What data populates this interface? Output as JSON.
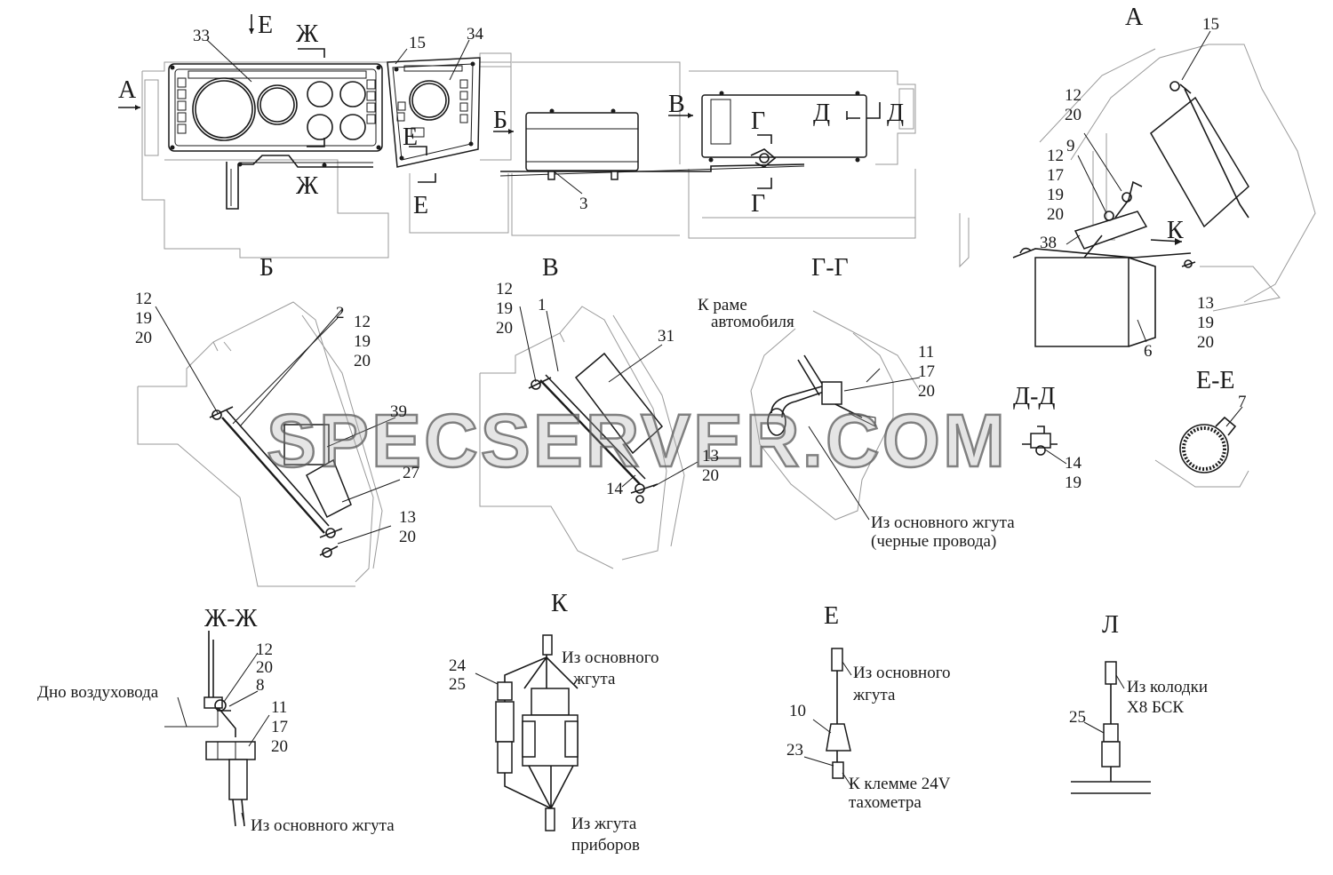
{
  "watermark": "SPECSERVER.COM",
  "view_letters": {
    "A_top": "А",
    "E_top": "Е",
    "Zh_top": "Ж",
    "A_left": "А",
    "B_arrow": "Б",
    "V_arrow": "В",
    "G_top": "Г",
    "D_left": "Д",
    "D_right": "Д",
    "E_mid": "Е",
    "Zh_bottom": "Ж",
    "E_bottom": "Е",
    "G_bottom": "Г",
    "K_arrow": "К"
  },
  "view_titles": {
    "A": "А",
    "B": "Б",
    "V": "В",
    "GG": "Г-Г",
    "DD": "Д-Д",
    "EE": "Е-Е",
    "ZhZh": "Ж-Ж",
    "K": "К",
    "E": "Е",
    "L": "Л"
  },
  "callouts": {
    "n33": "33",
    "n15_top": "15",
    "n34": "34",
    "n3": "3",
    "a_15": "15",
    "a_12": "12",
    "a_20": "20",
    "a_9": "9",
    "a_12b": "12",
    "a_17": "17",
    "a_19": "19",
    "a_20b": "20",
    "a_38": "38",
    "a_13": "13",
    "a_19b": "19",
    "a_20c": "20",
    "a_6": "6",
    "b_12": "12",
    "b_19": "19",
    "b_20": "20",
    "b_2": "2",
    "b_12b": "12",
    "b_19b": "19",
    "b_20b": "20",
    "b_39": "39",
    "b_27": "27",
    "b_13": "13",
    "b_20c": "20",
    "v_12": "12",
    "v_19": "19",
    "v_20": "20",
    "v_1": "1",
    "v_31": "31",
    "v_13": "13",
    "v_20b": "20",
    "v_14": "14",
    "g_11": "11",
    "g_17": "17",
    "g_20": "20",
    "d_14": "14",
    "d_19": "19",
    "e_7": "7",
    "zh_12": "12",
    "zh_20": "20",
    "zh_8": "8",
    "zh_11": "11",
    "zh_17": "17",
    "zh_20b": "20",
    "k_24": "24",
    "k_25": "25",
    "e_10": "10",
    "e_23": "23",
    "l_25": "25"
  },
  "notes": {
    "g_frame_1": "К раме",
    "g_frame_2": "автомобиля",
    "g_harness_1": "Из основного жгута",
    "g_harness_2": "(черные провода)",
    "zh_duct": "Дно воздуховода",
    "zh_harness": "Из основного жгута",
    "k_main_1": "Из основного",
    "k_main_2": "жгута",
    "k_instr_1": "Из жгута",
    "k_instr_2": "приборов",
    "e_main_1": "Из основного",
    "e_main_2": "жгута",
    "e_term_1": "К клемме 24V",
    "e_term_2": "тахометра",
    "l_block_1": "Из колодки",
    "l_block_2": "Х8 БСК"
  }
}
